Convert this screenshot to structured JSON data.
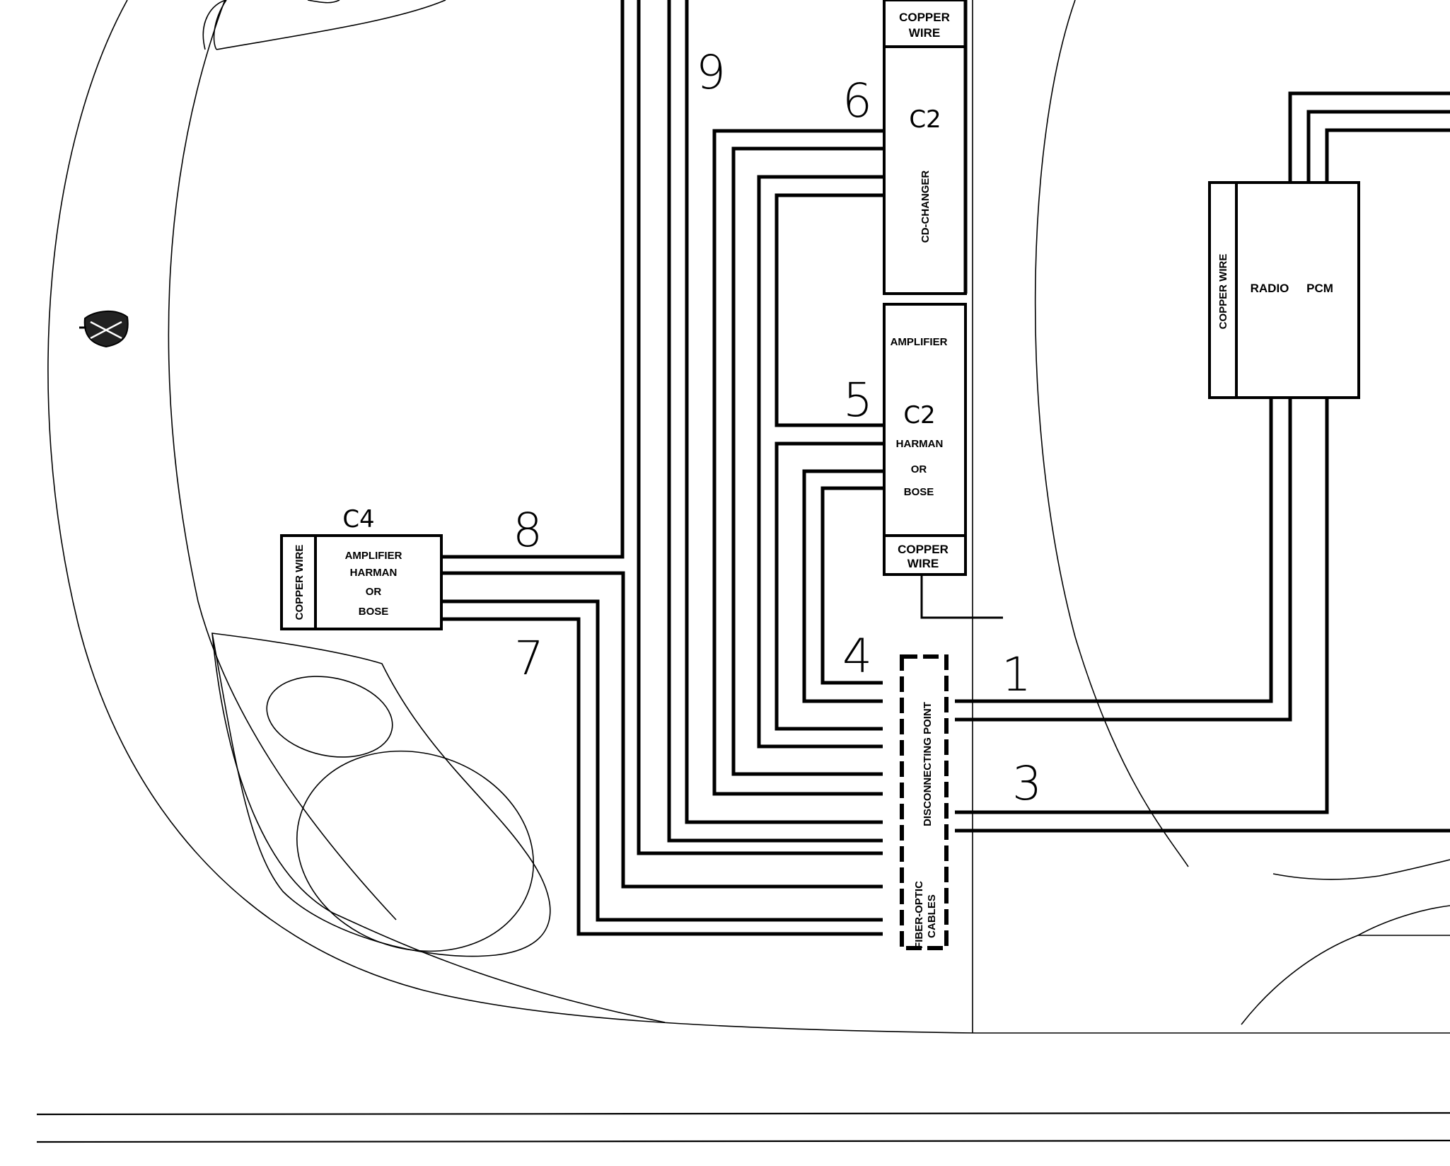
{
  "components": {
    "cd_changer": {
      "top_label_line1": "COPPER",
      "top_label_line2": "WIRE",
      "connector": "C2",
      "name": "CD-CHANGER"
    },
    "amplifier_right": {
      "title": "AMPLIFIER",
      "connector": "C2",
      "line1": "HARMAN",
      "line2": "OR",
      "line3": "BOSE",
      "bottom_label_line1": "COPPER",
      "bottom_label_line2": "WIRE"
    },
    "amplifier_left": {
      "connector": "C4",
      "side_label": "COPPER WIRE",
      "line1": "AMPLIFIER",
      "line2": "HARMAN",
      "line3": "OR",
      "line4": "BOSE"
    },
    "radio": {
      "side_label": "COPPER WIRE",
      "label_radio": "RADIO",
      "label_pcm": "PCM"
    },
    "disconnecting_point": {
      "label": "DISCONNECTING POINT",
      "sub_label_line1": "FIBER-OPTIC",
      "sub_label_line2": "CABLES"
    }
  },
  "callouts": {
    "n1": "1",
    "n3": "3",
    "n4": "4",
    "n5": "5",
    "n6": "6",
    "n7": "7",
    "n8": "8",
    "n9": "9"
  }
}
